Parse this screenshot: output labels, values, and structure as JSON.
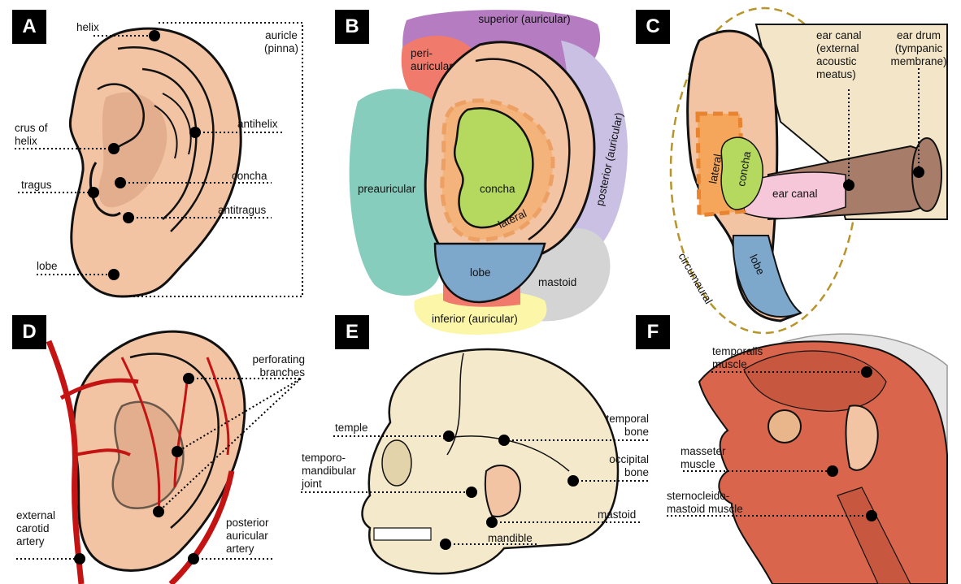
{
  "panels": {
    "a": "A",
    "b": "B",
    "c": "C",
    "d": "D",
    "e": "E",
    "f": "F"
  },
  "panel_a": {
    "helix": "helix",
    "auricle": "auricle\n(pinna)",
    "crus": "crus of\nhelix",
    "antihelix": "antihelix",
    "tragus": "tragus",
    "concha": "concha",
    "antitragus": "antitragus",
    "lobe": "lobe"
  },
  "panel_b": {
    "superior": "superior (auricular)",
    "periauricular": "peri-\nauricular",
    "posterior": "posterior (auricular)",
    "preauricular": "preauricular",
    "concha": "concha",
    "lateral": "lateral",
    "lobe": "lobe",
    "mastoid": "mastoid",
    "inferior": "inferior (auricular)"
  },
  "panel_c": {
    "ear_canal_label": "ear canal\n(external\nacoustic\nmeatus)",
    "ear_drum": "ear drum\n(tympanic\nmembrane)",
    "lateral": "lateral",
    "concha": "concha",
    "ear_canal": "ear canal",
    "lobe": "lobe",
    "circumaural": "circumaural"
  },
  "panel_d": {
    "perforating": "perforating\nbranches",
    "external": "external\ncarotid\nartery",
    "posterior": "posterior\nauricular\nartery"
  },
  "panel_e": {
    "temple": "temple",
    "temporal": "temporal\nbone",
    "tmj": "temporo-\nmandibular\njoint",
    "occipital": "occipital\nbone",
    "mastoid": "mastoid",
    "mandible": "mandible"
  },
  "panel_f": {
    "temporalis": "temporalis\nmuscle",
    "masseter": "masseter\nmuscle",
    "scm": "sternocleido-\nmastoid muscle"
  },
  "colors": {
    "skin": "#f2c4a4",
    "skin_dark": "#d9a07e",
    "fold": "#a77d6a",
    "outline": "#111111",
    "superior": "#b57cc2",
    "periauricular": "#f07a6c",
    "posterior": "#c9c0e4",
    "preauricular": "#86cdbd",
    "concha_green": "#b4d95e",
    "lateral_orange": "#f6a65a",
    "lobe_blue": "#7da8cc",
    "mastoid_gray": "#d4d4d4",
    "inferior_yellow": "#fbf6a8",
    "canal_pink": "#f6c7d9",
    "bone": "#f3e6c8",
    "artery": "#c41313",
    "muscle": "#d9664c",
    "skull": "#f5e9cc",
    "dashed_orange": "#e8832f",
    "circum_gold": "#b8952a"
  }
}
